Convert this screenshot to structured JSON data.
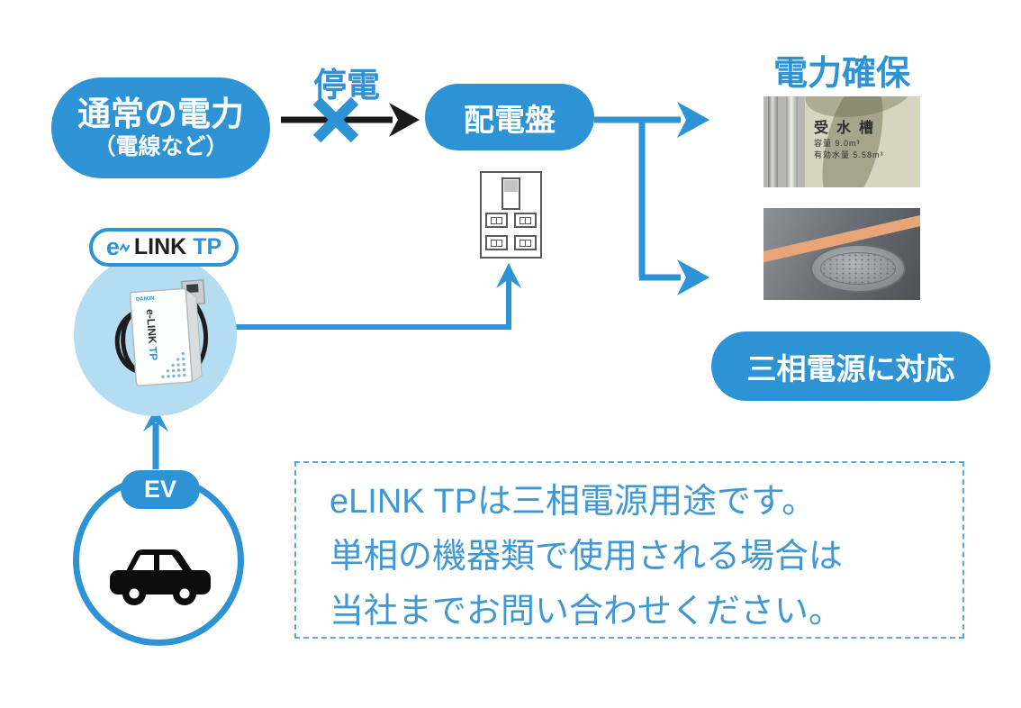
{
  "colors": {
    "primary_blue": "#2E93D4",
    "light_blue_circle": "#B5DDF2",
    "note_text_blue": "#3F97D3",
    "note_border_blue": "#5FA8DC",
    "arrow_black": "#1A1A1A",
    "stripe_orange": "#E8A678"
  },
  "nodes": {
    "normal_power": {
      "line1": "通常の電力",
      "line2": "（電線など）"
    },
    "outage_label": "停電",
    "distribution_board": "配電盤",
    "three_phase_badge": "三相電源に対応",
    "power_secured_heading": "電力確保",
    "ev_label": "EV"
  },
  "elink_badge": {
    "e": "e",
    "link": "LINK",
    "tp": "TP"
  },
  "device": {
    "brand": "DAIKIN",
    "vertical_logo": "e-LINK TP"
  },
  "photos": {
    "water_tank": {
      "sign_title": "受水槽",
      "sign_line1": "容量 9.0m³",
      "sign_line2": "有効水量 5.58m³"
    }
  },
  "note": {
    "lines": [
      "eLINK TPは三相電源用途です。",
      "単相の機器類で使用される場合は",
      "当社までお問い合わせください。"
    ]
  }
}
